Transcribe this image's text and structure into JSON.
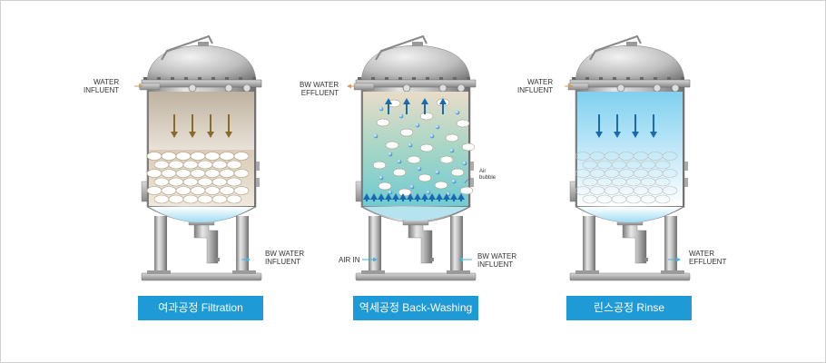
{
  "panels": [
    {
      "caption": "여과공정 Filtration",
      "left_label": [
        "WATER",
        "INFLUENT"
      ],
      "right_label": [
        "BW WATER",
        "INFLUENT"
      ]
    },
    {
      "caption": "역세공정 Back-Washing",
      "left_label": [
        "BW WATER",
        "EFFLUENT"
      ],
      "air_in": "AIR IN",
      "air_bubble": [
        "Air",
        "bubble"
      ],
      "right_label": [
        "BW WATER",
        "INFLUENT"
      ]
    },
    {
      "caption": "린스공정 Rinse",
      "left_label": [
        "WATER",
        "INFLUENT"
      ],
      "right_label": [
        "WATER",
        "EFFLUENT"
      ]
    }
  ],
  "colors": {
    "caption_bg": "#1e9ad6",
    "down_arrow_filtration": "#8a6a2a",
    "up_arrow_backwash": "#1a6ab0",
    "down_arrow_rinse": "#1a6ab0",
    "flow_arrow": "#3fb6e6"
  }
}
